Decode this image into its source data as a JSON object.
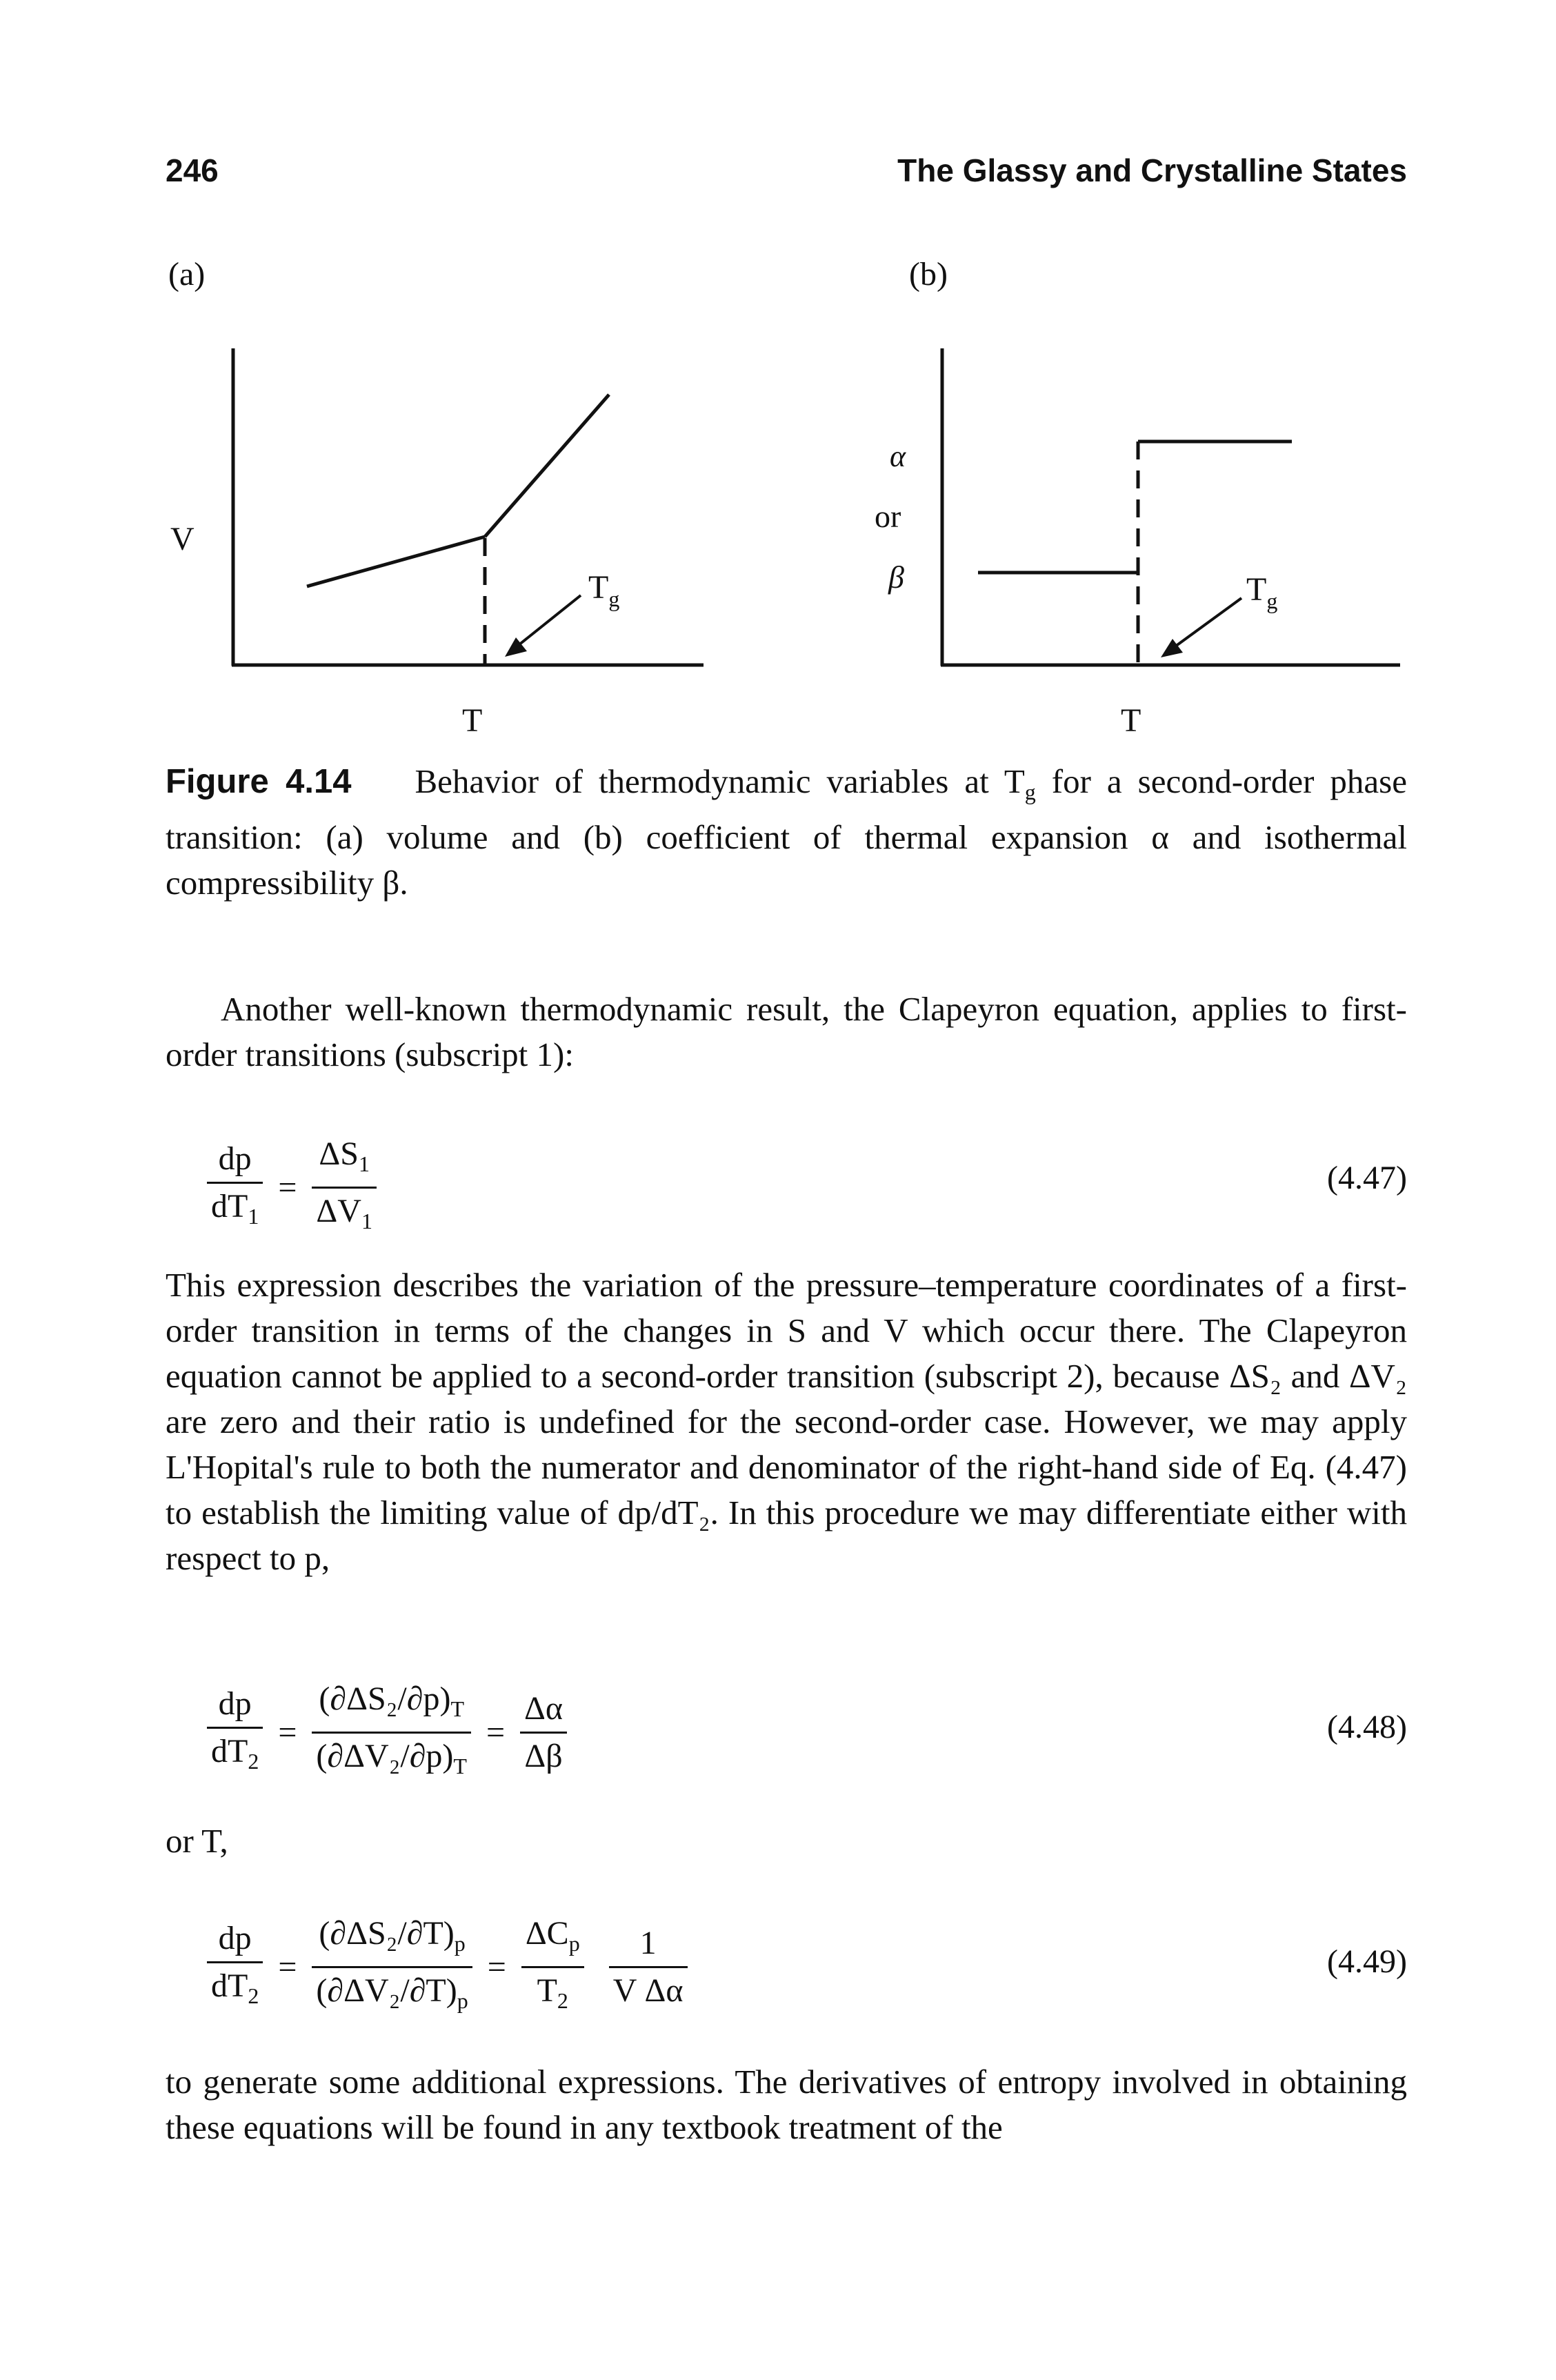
{
  "header": {
    "page_number": "246",
    "running_title": "The Glassy and Crystalline States"
  },
  "figure": {
    "panel_a": {
      "label": "(a)",
      "y_label": "V",
      "x_label": "T",
      "marker": "T",
      "marker_sub": "g"
    },
    "panel_b": {
      "label": "(b)",
      "y_label_1": "α",
      "y_label_2": "or",
      "y_label_3": "β",
      "x_label": "T",
      "marker": "T",
      "marker_sub": "g"
    },
    "caption_label": "Figure 4.14",
    "caption_text_1": "Behavior of thermodynamic variables at T",
    "caption_sub": "g",
    "caption_text_2": "for a second-order phase transition: (a) volume and (b) coefficient of thermal expansion α and isothermal compressibility β."
  },
  "para1": "Another well-known thermodynamic result, the Clapeyron equation, applies to first-order transitions (subscript 1):",
  "eq447": {
    "lhs_num": "dp",
    "lhs_den": "dT",
    "lhs_den_sub": "1",
    "rhs_num": "ΔS",
    "rhs_num_sub": "1",
    "rhs_den": "ΔV",
    "rhs_den_sub": "1",
    "number": "(4.47)"
  },
  "para2": "This expression describes the variation of the pressure–temperature coordinates of a first-order transition in terms of the changes in S and V which occur there. The Clapeyron equation cannot be applied to a second-order transition (subscript 2), because ΔS₂ and ΔV₂ are zero and their ratio is undefined for the second-order case. However, we may apply L'Hopital's rule to both the numerator and denominator of the right-hand side of Eq. (4.47) to establish the limiting value of dp/dT₂. In this procedure we may differentiate either with respect to p,",
  "eq448": {
    "lhs_num": "dp",
    "lhs_den": "dT",
    "lhs_den_sub": "2",
    "mid_num": "(∂ΔS₂/∂p)",
    "mid_num_sub": "T",
    "mid_den": "(∂ΔV₂/∂p)",
    "mid_den_sub": "T",
    "rhs_num": "Δα",
    "rhs_den": "Δβ",
    "number": "(4.48)"
  },
  "or_t": "or T,",
  "eq449": {
    "lhs_num": "dp",
    "lhs_den": "dT",
    "lhs_den_sub": "2",
    "mid_num": "(∂ΔS₂/∂T)",
    "mid_num_sub": "p",
    "mid_den": "(∂ΔV₂/∂T)",
    "mid_den_sub": "p",
    "rhs1_num": "ΔC",
    "rhs1_num_sub": "p",
    "rhs1_den": "T",
    "rhs1_den_sub": "2",
    "rhs2_num": "1",
    "rhs2_den": "V Δα",
    "number": "(4.49)"
  },
  "para3": "to generate some additional expressions. The derivatives of entropy involved in obtaining these equations will be found in any textbook treatment of the"
}
